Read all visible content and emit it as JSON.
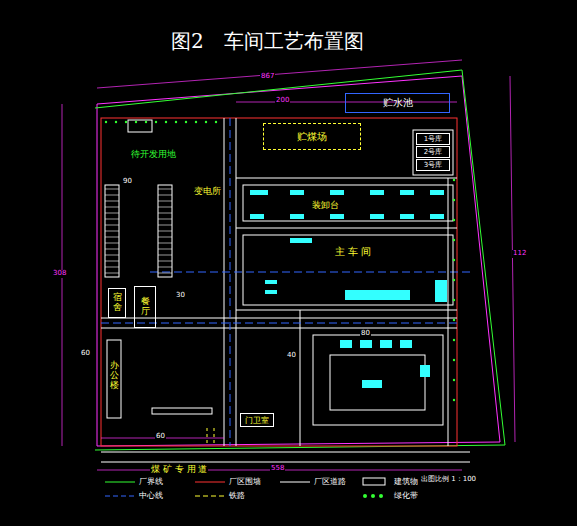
{
  "diagram": {
    "title": "图2　车间工艺布置图",
    "nodes": [
      {
        "text": [
          "贮水池"
        ]
      },
      {
        "text": [
          "贮煤场"
        ]
      },
      {
        "text": [
          "1号库"
        ]
      },
      {
        "text": [
          "2号库"
        ]
      },
      {
        "text": [
          "3号库"
        ]
      },
      {
        "text": [
          "变电所"
        ]
      },
      {
        "text": [
          "装卸台"
        ]
      },
      {
        "text": [
          "主 车 间"
        ]
      },
      {
        "text": [
          "宿舍"
        ]
      },
      {
        "text": [
          "餐厅"
        ]
      },
      {
        "text": [
          "办公楼"
        ]
      },
      {
        "text": [
          "门卫室"
        ]
      }
    ],
    "edges": [],
    "labels": [
      "待开发用地",
      "煤 矿 专 用 道",
      "867",
      "200",
      "112",
      "308",
      "558",
      "60",
      "80",
      "90",
      "30",
      "60",
      "40",
      "出图比例 1：100"
    ],
    "legend": [
      {
        "text": "厂界线"
      },
      {
        "text": "厂区围墙"
      },
      {
        "text": "厂区道路"
      },
      {
        "text": "建筑物"
      },
      {
        "text": "中心线"
      },
      {
        "text": "铁路"
      },
      {
        "text": "绿化带"
      }
    ]
  }
}
